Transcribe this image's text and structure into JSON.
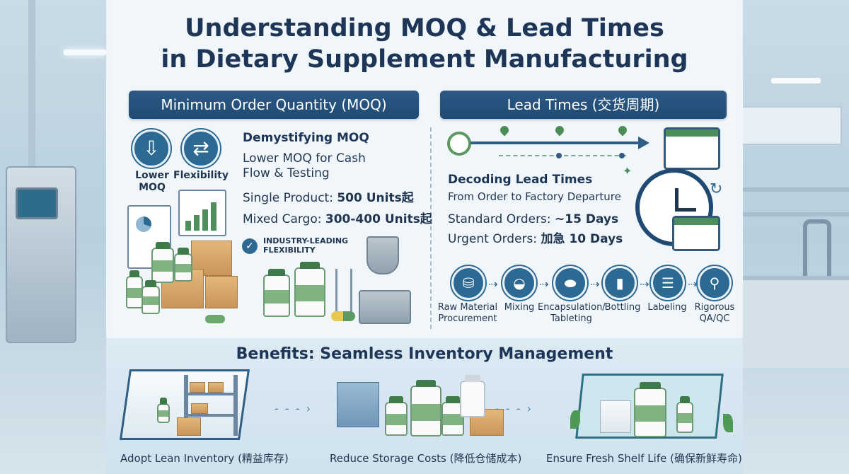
{
  "title_line1": "Understanding MOQ & Lead Times",
  "title_line2": "in Dietary Supplement Manufacturing",
  "moq": {
    "header": "Minimum Order Quantity (MOQ)",
    "icon1_label_1": "Lower",
    "icon1_label_2": "MOQ",
    "icon2_label": "Flexibility",
    "heading": "Demystifying MOQ",
    "line1": "Lower MOQ for Cash",
    "line2": "Flow & Testing",
    "single_prefix": "Single Product: ",
    "single_value": "500 Units起",
    "mixed_prefix": "Mixed Cargo: ",
    "mixed_value": "300-400 Units起",
    "badge_1": "INDUSTRY-LEADING",
    "badge_2": "FLEXIBILITY"
  },
  "lead": {
    "header": "Lead Times (交货周期)",
    "heading": "Decoding Lead Times",
    "subheading": "From Order to Factory Departure",
    "standard_prefix": "Standard Orders: ",
    "standard_value": "~15 Days",
    "urgent_prefix": "Urgent Orders: ",
    "urgent_value": "加急 10 Days",
    "process": [
      {
        "l1": "Raw Material",
        "l2": "Procurement",
        "icon": "barrel-icon"
      },
      {
        "l1": "Mixing",
        "l2": "",
        "icon": "mortar-icon"
      },
      {
        "l1": "Encapsulation/",
        "l2": "Tableting",
        "icon": "capsule-icon"
      },
      {
        "l1": "Bottling",
        "l2": "",
        "icon": "bottle-icon"
      },
      {
        "l1": "Labeling",
        "l2": "",
        "icon": "label-icon"
      },
      {
        "l1": "Rigorous",
        "l2": "QA/QC",
        "icon": "magnifier-icon"
      }
    ]
  },
  "benefits": {
    "title": "Benefits: Seamless Inventory Management",
    "items": [
      "Adopt Lean Inventory (精益库存)",
      "Reduce Storage Costs (降低仓储成本)",
      "Ensure Fresh Shelf Life (确保新鲜寿命)"
    ]
  },
  "colors": {
    "navy": "#1f4a73",
    "accent_green": "#4d8f5a",
    "icon_blue": "#2d6a93"
  }
}
